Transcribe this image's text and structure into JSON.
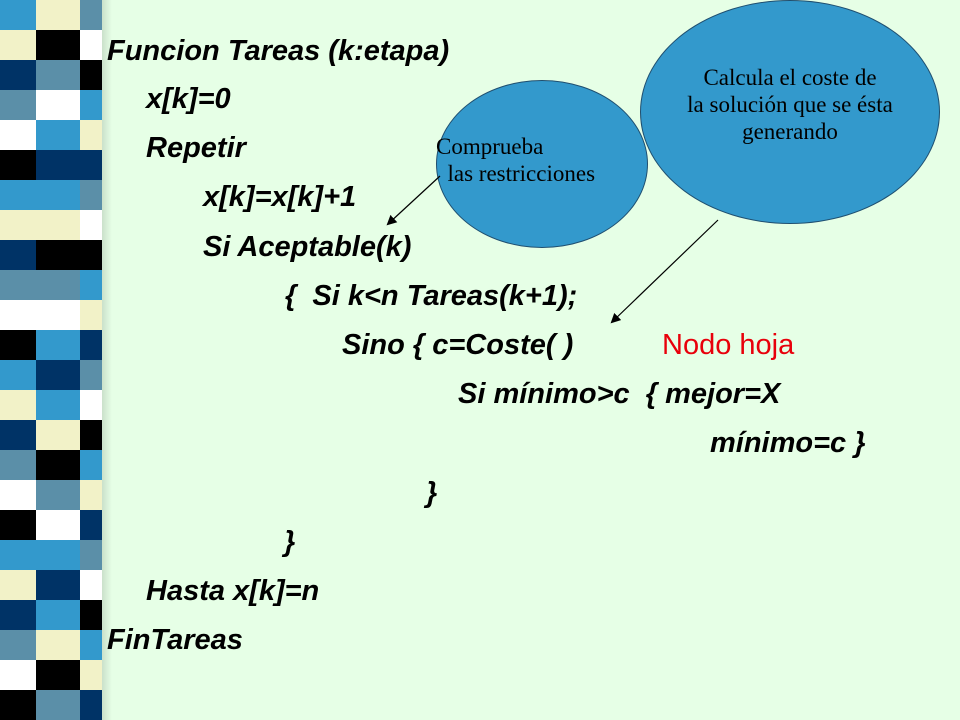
{
  "colors": {
    "background": "#E6FFE6",
    "code_text": "#000000",
    "note_text": "#E8000B",
    "bubble_fill": "#3399CC",
    "bubble_border": "#1F4F70",
    "strip_navy": "#003366",
    "strip_blue": "#3399CC",
    "strip_steel": "#5B8FA8",
    "strip_cream": "#F2F2C8",
    "strip_white": "#FFFFFF",
    "strip_black": "#000000"
  },
  "code": {
    "line1": "Funcion Tareas (k:etapa)",
    "line2": "x[k]=0",
    "line3": "Repetir",
    "line4": "x[k]=x[k]+1",
    "line5": "Si Aceptable(k)",
    "line6": "{  Si k<n Tareas(k+1);",
    "line7": "Sino { c=Coste( )",
    "line7_note": "Nodo hoja",
    "line8": "Si mínimo>c  { mejor=X",
    "line9": "mínimo=c }",
    "line10": "}",
    "line11": "}",
    "line12": "Hasta x[k]=n",
    "line13": "FinTareas"
  },
  "callouts": {
    "restrictions": "Comprueba\n  las restricciones",
    "cost": "Calcula el coste de\nla solución que se ésta\ngenerando"
  }
}
